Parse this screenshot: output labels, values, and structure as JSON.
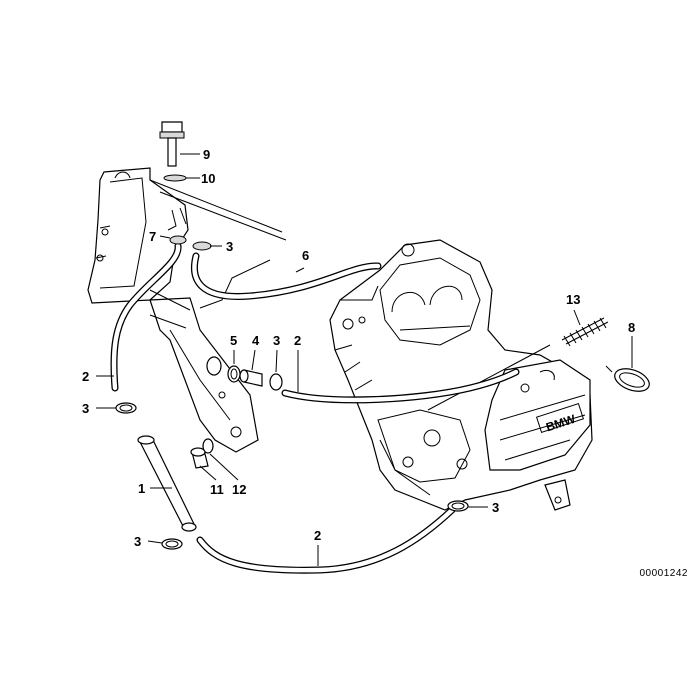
{
  "diagram": {
    "callouts": [
      {
        "id": "c9",
        "label": "9"
      },
      {
        "id": "c10",
        "label": "10"
      },
      {
        "id": "c7",
        "label": "7"
      },
      {
        "id": "c3a",
        "label": "3"
      },
      {
        "id": "c6",
        "label": "6"
      },
      {
        "id": "c2a",
        "label": "2"
      },
      {
        "id": "c3b",
        "label": "3"
      },
      {
        "id": "c5",
        "label": "5"
      },
      {
        "id": "c4",
        "label": "4"
      },
      {
        "id": "c3c",
        "label": "3"
      },
      {
        "id": "c2b",
        "label": "2"
      },
      {
        "id": "c13",
        "label": "13"
      },
      {
        "id": "c8",
        "label": "8"
      },
      {
        "id": "c1",
        "label": "1"
      },
      {
        "id": "c11",
        "label": "11"
      },
      {
        "id": "c12",
        "label": "12"
      },
      {
        "id": "c3d",
        "label": "3"
      },
      {
        "id": "c2c",
        "label": "2"
      },
      {
        "id": "c3e",
        "label": "3"
      }
    ],
    "engine_badge": "BMW",
    "reference_id": "00001242"
  }
}
